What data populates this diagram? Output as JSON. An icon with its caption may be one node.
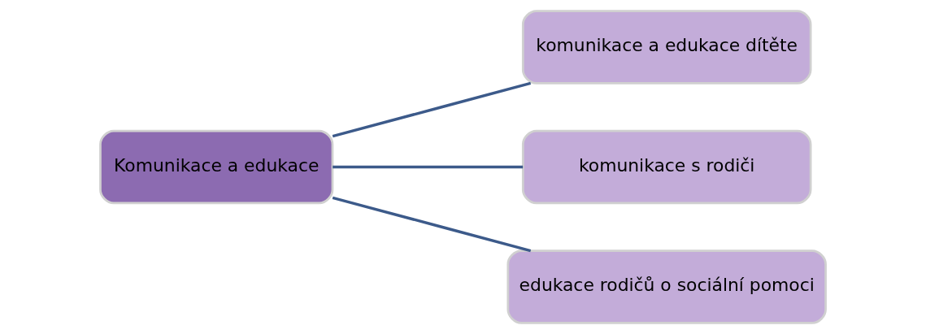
{
  "diagram": {
    "nodes": [
      {
        "text": [
          "Komunikace a edukace"
        ]
      },
      {
        "text": [
          "komunikace a edukace dítěte"
        ]
      },
      {
        "text": [
          "komunikace s rodiči"
        ]
      },
      {
        "text": [
          "edukace rodičů o sociální pomoci"
        ]
      }
    ],
    "edges": [
      {
        "from": 0,
        "to": 1,
        "arrow": "none"
      },
      {
        "from": 0,
        "to": 2,
        "arrow": "none"
      },
      {
        "from": 0,
        "to": 3,
        "arrow": "none"
      }
    ]
  }
}
